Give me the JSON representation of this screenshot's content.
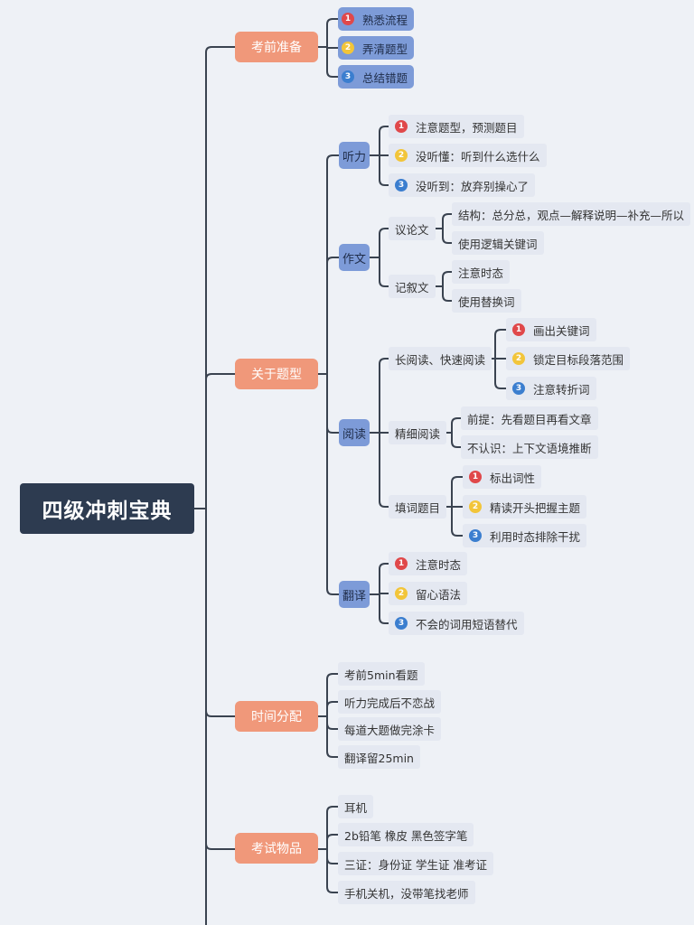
{
  "root": "四级冲刺宝典",
  "branches": {
    "prep": {
      "label": "考前准备",
      "items": [
        "熟悉流程",
        "弄清题型",
        "总结错题"
      ]
    },
    "types": {
      "label": "关于题型",
      "listening": {
        "label": "听力",
        "items": [
          "注意题型，预测题目",
          "没听懂：听到什么选什么",
          "没听到：放弃别操心了"
        ]
      },
      "writing": {
        "label": "作文",
        "argumentative": {
          "label": "议论文",
          "items": [
            "结构：总分总，观点—解释说明—补充—所以",
            "使用逻辑关键词"
          ]
        },
        "narrative": {
          "label": "记叙文",
          "items": [
            "注意时态",
            "使用替换词"
          ]
        }
      },
      "reading": {
        "label": "阅读",
        "long": {
          "label": "长阅读、快速阅读",
          "items": [
            "画出关键词",
            "锁定目标段落范围",
            "注意转折词"
          ]
        },
        "careful": {
          "label": "精细阅读",
          "items": [
            "前提：先看题目再看文章",
            "不认识：上下文语境推断"
          ]
        },
        "cloze": {
          "label": "填词题目",
          "items": [
            "标出词性",
            "精读开头把握主题",
            "利用时态排除干扰"
          ]
        }
      },
      "translation": {
        "label": "翻译",
        "items": [
          "注意时态",
          "留心语法",
          "不会的词用短语替代"
        ]
      }
    },
    "time": {
      "label": "时间分配",
      "items": [
        "考前5min看题",
        "听力完成后不恋战",
        "每道大题做完涂卡",
        "翻译留25min"
      ]
    },
    "supplies": {
      "label": "考试物品",
      "items": [
        "耳机",
        "2b铅笔 橡皮 黑色签字笔",
        "三证：身份证 学生证 准考证",
        "手机关机，没带笔找老师"
      ]
    }
  },
  "badges": [
    "1",
    "2",
    "3"
  ],
  "colors": {
    "root": "#2d3b50",
    "branch": "#f0987a",
    "sub": "#7d9bd8",
    "leaf": "#e4e8f1",
    "badge1": "#e0484a",
    "badge2": "#f2c53a",
    "badge3": "#3b7ecf"
  }
}
